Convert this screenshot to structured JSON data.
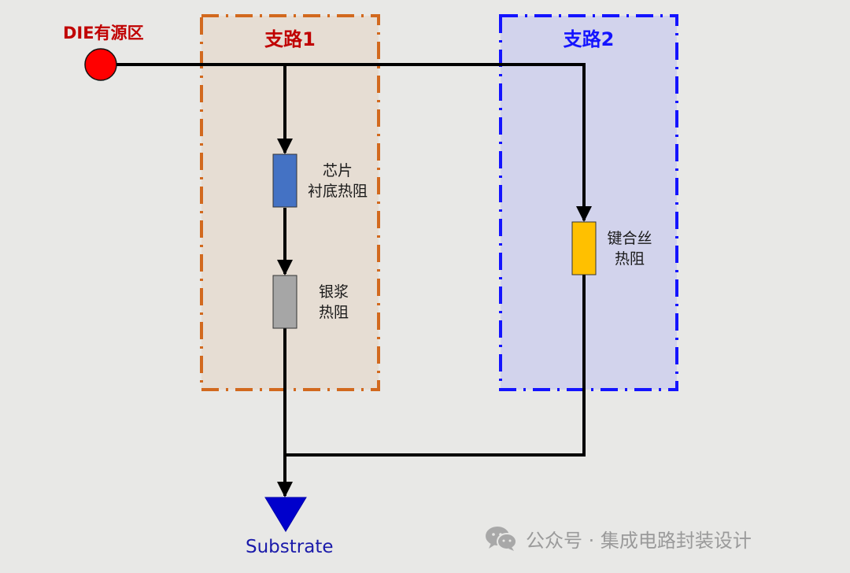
{
  "colors": {
    "background": "#e8e8e6",
    "wire": "#000000",
    "source_node": "#ff0000",
    "source_label": "#c00000",
    "branch1_border": "#d2691e",
    "branch1_fill": "#e6ddd3",
    "branch1_title": "#c00000",
    "branch2_border": "#1414ff",
    "branch2_fill": "#d2d3ec",
    "branch2_title": "#1414ff",
    "resistor_substrate": "#4472c4",
    "resistor_silver_paste": "#a6a6a6",
    "resistor_bond_wire": "#ffc000",
    "ground_fill": "#0000cc",
    "substrate_label": "#1a1aaa",
    "watermark": "#9a9a9a"
  },
  "source": {
    "label": "DIE有源区"
  },
  "branch1": {
    "title": "支路1",
    "resistor_chip": {
      "line1": "芯片",
      "line2": "衬底热阻"
    },
    "resistor_silver": {
      "line1": "银浆",
      "line2": "热阻"
    }
  },
  "branch2": {
    "title": "支路2",
    "resistor_wire": {
      "line1": "键合丝",
      "line2": "热阻"
    }
  },
  "ground": {
    "label": "Substrate"
  },
  "watermark": {
    "icon": "wechat-icon",
    "text": "公众号 · 集成电路封装设计"
  }
}
